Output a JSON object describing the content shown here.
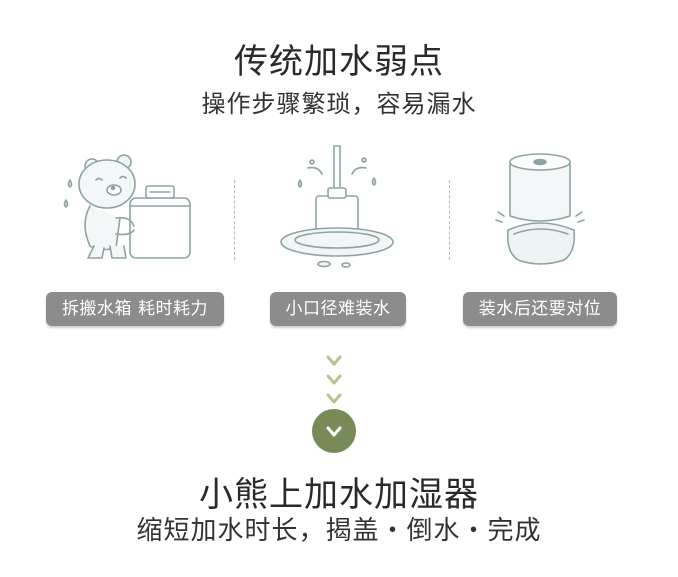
{
  "header": {
    "title": "传统加水弱点",
    "subtitle": "操作步骤繁琐，容易漏水"
  },
  "steps": [
    {
      "label": "拆搬水箱 耗时耗力",
      "icon": "bear-carrying-tank-icon"
    },
    {
      "label": "小口径难装水",
      "icon": "narrow-opening-spill-icon"
    },
    {
      "label": "装水后还要对位",
      "icon": "tank-alignment-icon"
    }
  ],
  "footer": {
    "title": "小熊上加水加湿器",
    "subtitle": "缩短加水时长，揭盖・倒水・完成"
  },
  "colors": {
    "accent": "#788a57",
    "chevron": "#b5c48e",
    "tag_bg": "#8c8c8c",
    "line_art": "#8fa3a3"
  }
}
